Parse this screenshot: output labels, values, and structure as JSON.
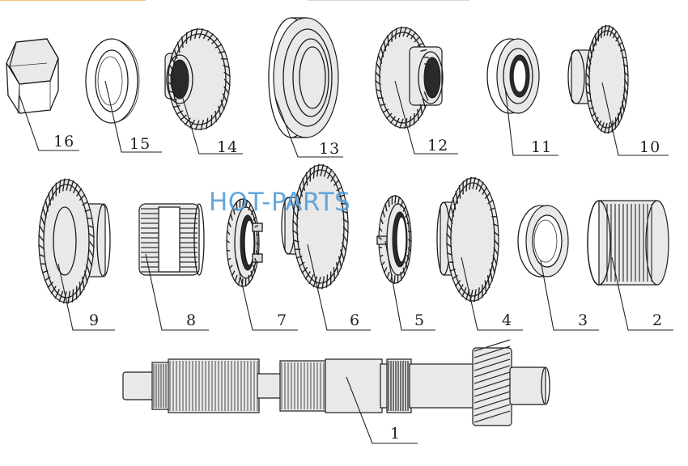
{
  "watermark": "HOT-PARTS",
  "watermark_color": "#4b9ad9",
  "parts": [
    {
      "number": "16",
      "name": "hex-nut"
    },
    {
      "number": "15",
      "name": "washer-ring"
    },
    {
      "number": "14",
      "name": "helical-gear"
    },
    {
      "number": "13",
      "name": "ball-bearing"
    },
    {
      "number": "12",
      "name": "helical-gear"
    },
    {
      "number": "11",
      "name": "bearing-ring"
    },
    {
      "number": "10",
      "name": "helical-gear"
    },
    {
      "number": "9",
      "name": "helical-gear"
    },
    {
      "number": "8",
      "name": "needle-bearing"
    },
    {
      "number": "7",
      "name": "synchro-ring"
    },
    {
      "number": "6",
      "name": "helical-gear"
    },
    {
      "number": "5",
      "name": "synchro-ring"
    },
    {
      "number": "4",
      "name": "helical-gear"
    },
    {
      "number": "3",
      "name": "spacer-ring"
    },
    {
      "number": "2",
      "name": "needle-cage-bearing"
    },
    {
      "number": "1",
      "name": "main-shaft"
    }
  ]
}
